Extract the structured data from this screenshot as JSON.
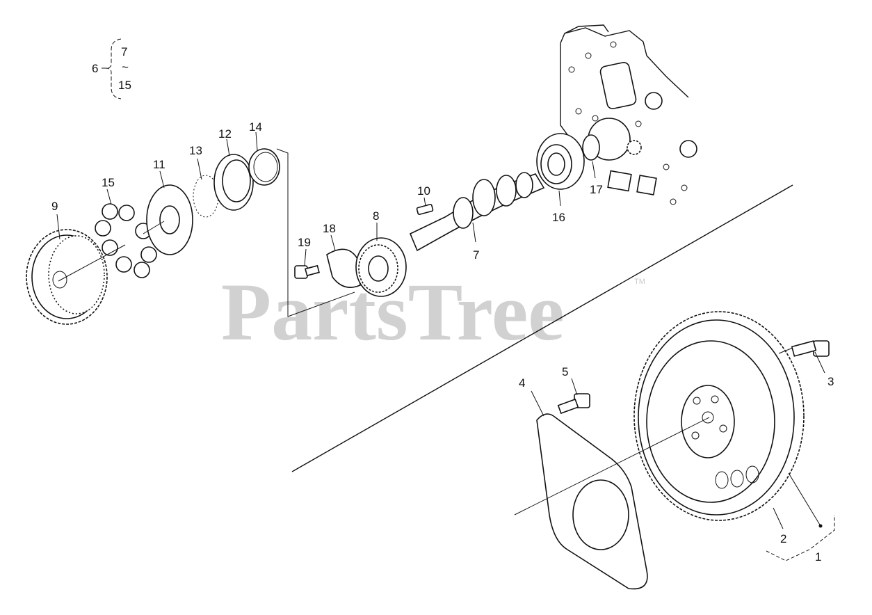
{
  "watermark": {
    "text": "PartsTree",
    "trademark": "TM"
  },
  "group_bracket": {
    "label": "6",
    "range_start": "7",
    "range_sep": "~",
    "range_end": "15"
  },
  "callouts": {
    "c1": "1",
    "c2": "2",
    "c3": "3",
    "c4": "4",
    "c5": "5",
    "c7": "7",
    "c8": "8",
    "c9": "9",
    "c10": "10",
    "c11": "11",
    "c12": "12",
    "c13": "13",
    "c14": "14",
    "c15": "15",
    "c16": "16",
    "c17": "17",
    "c18": "18",
    "c19": "19"
  },
  "colors": {
    "line": "#111111",
    "watermark": "#c9c9c9",
    "background": "#ffffff"
  }
}
